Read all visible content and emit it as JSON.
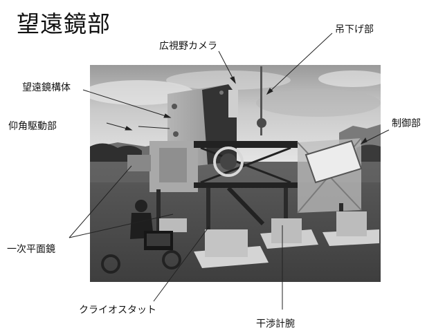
{
  "title": "望遠鏡部",
  "labels": {
    "wide_camera": "広視野カメラ",
    "suspension": "吊下げ部",
    "telescope_structure": "望遠鏡構体",
    "elevation_drive": "仰角駆動部",
    "control": "制御部",
    "primary_flat_mirror": "一次平面鏡",
    "cryostat": "クライオスタット",
    "interferometer_arm": "干渉計腕"
  }
}
